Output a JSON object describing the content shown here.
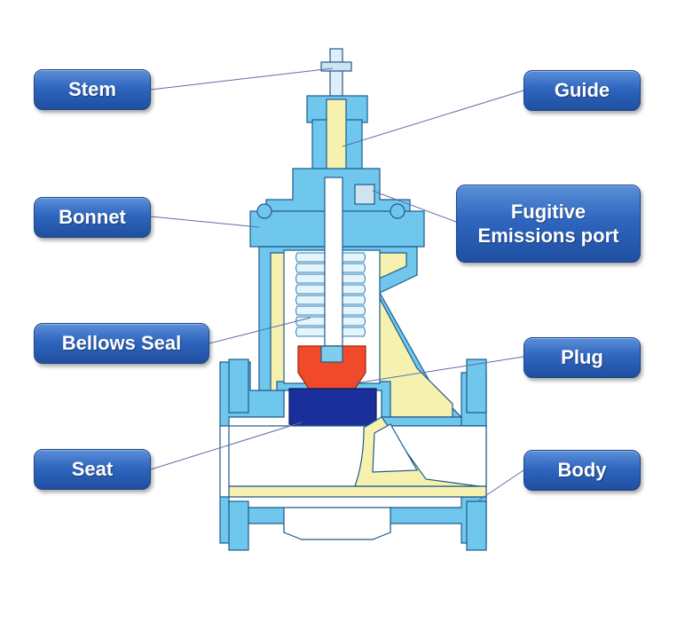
{
  "labels": {
    "stem": "Stem",
    "guide": "Guide",
    "bonnet": "Bonnet",
    "fugitive": "Fugitive\nEmissions port",
    "bellows": "Bellows Seal",
    "plug": "Plug",
    "seat": "Seat",
    "body": "Body"
  },
  "colors": {
    "body_fill": "#6fc7ee",
    "body_stroke": "#1e5a8a",
    "lining": "#f7f1b0",
    "plug": "#f04a2a",
    "seat": "#1a2f9a",
    "label_bg": "#2f66bf",
    "leader_line": "#5b6fa8"
  }
}
